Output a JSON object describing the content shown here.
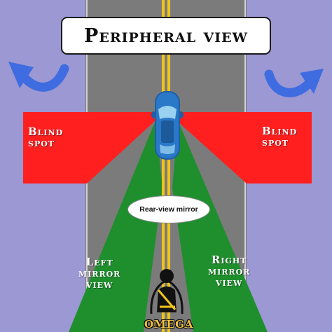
{
  "title": "Peripheral view",
  "blind_spot_left": [
    "Blind",
    "spot"
  ],
  "blind_spot_right": [
    "Blind",
    "spot"
  ],
  "left_mirror": [
    "Left",
    "mirror",
    "view"
  ],
  "right_mirror": [
    "Right",
    "mirror",
    "view"
  ],
  "rear_view_mirror": "Rear-view mirror",
  "logo": {
    "name": "OMEGA",
    "icon": "seatbelt-driver-icon"
  },
  "colors": {
    "background": "#9b98d3",
    "road": "#7b7b7b",
    "center_line": "#f0c419",
    "blind_spot": "#ff1f1f",
    "mirror_view": "#1f8f2e",
    "arrow": "#3f6ce0",
    "car": "#2a78c8"
  }
}
